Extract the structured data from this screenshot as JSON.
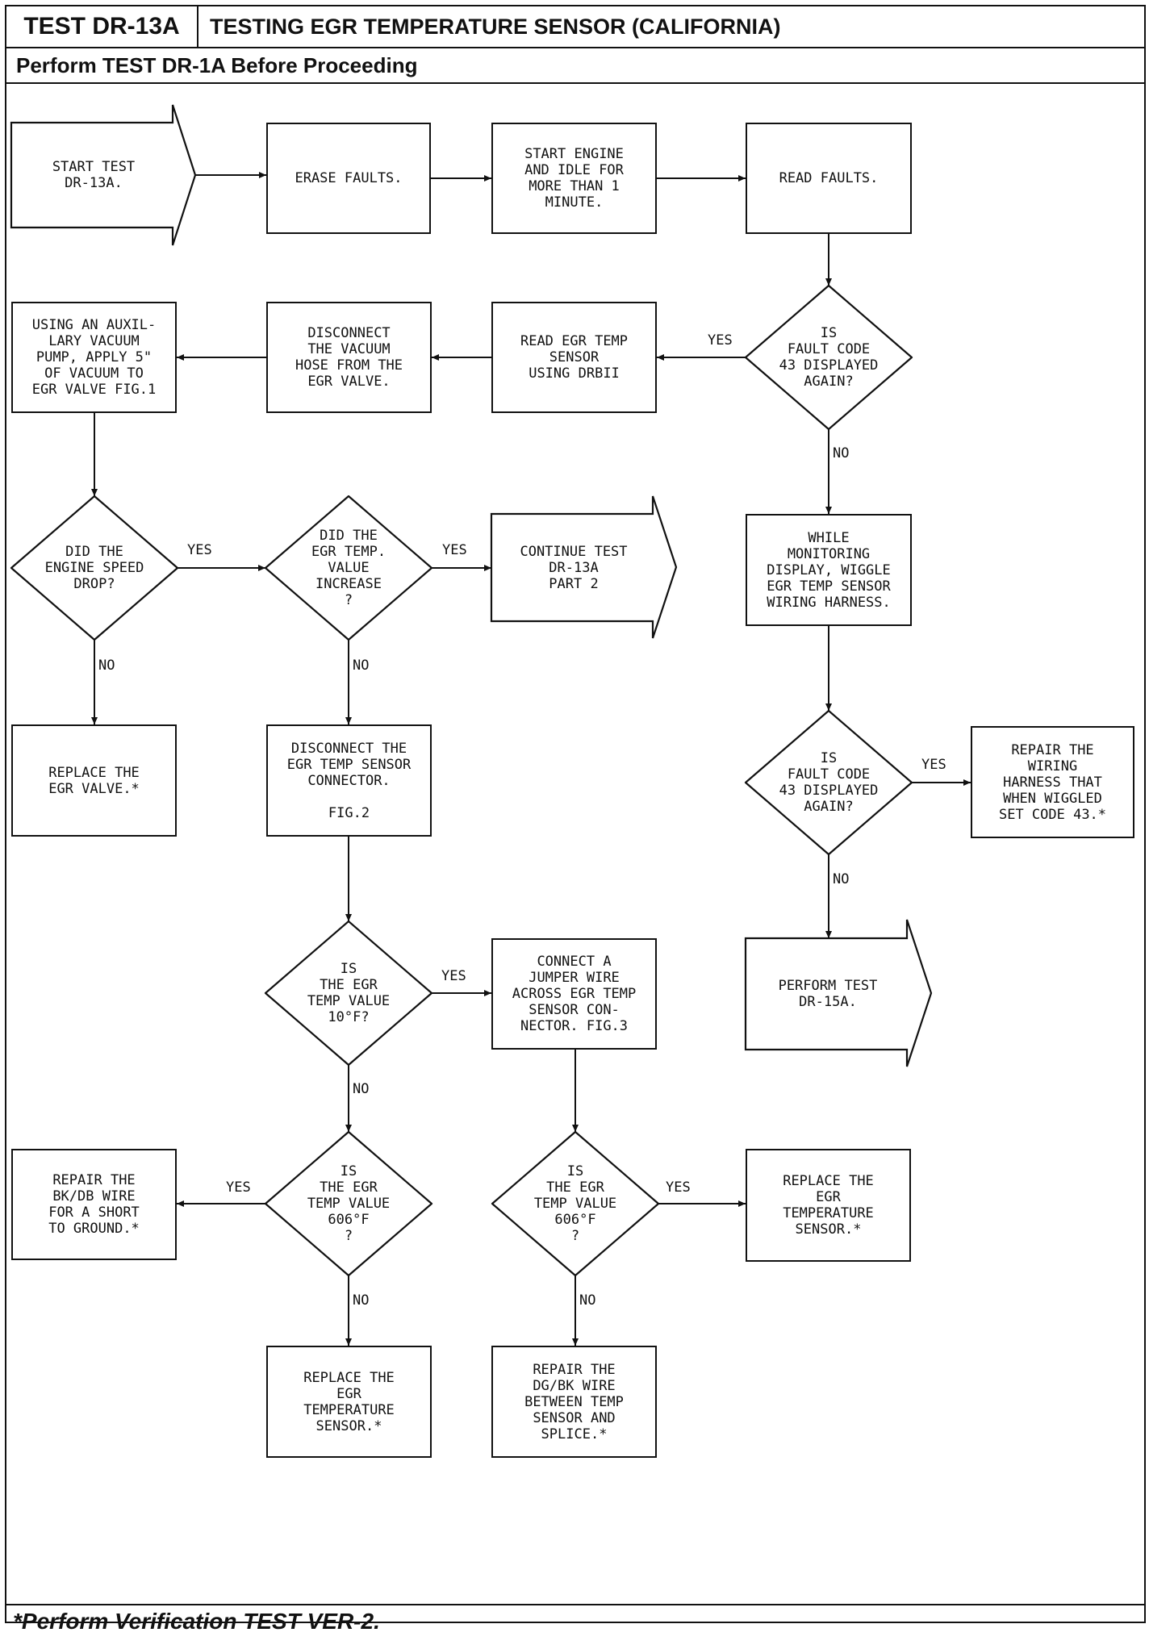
{
  "header": {
    "test_id": "TEST DR-13A",
    "title": "TESTING EGR TEMPERATURE SENSOR (CALIFORNIA)",
    "prerequisite": "Perform TEST DR-1A Before Proceeding"
  },
  "footer": "*Perform Verification TEST VER-2.",
  "flow": {
    "start": "START TEST\nDR-13A.",
    "erase_faults": "ERASE FAULTS.",
    "start_engine": "START ENGINE\nAND IDLE FOR\nMORE THAN 1\nMINUTE.",
    "read_faults": "READ FAULTS.",
    "q_fault43_first": "IS\nFAULT CODE\n43 DISPLAYED\nAGAIN?",
    "read_egr_temp": "READ EGR TEMP\nSENSOR\nUSING DRBII",
    "disconnect_hose": "DISCONNECT\nTHE VACUUM\nHOSE FROM THE\nEGR VALVE.",
    "apply_vacuum": "USING AN AUXIL-\nLARY VACUUM\nPUMP, APPLY 5\"\nOF VACUUM TO\nEGR VALVE FIG.1",
    "q_speed_drop": "DID THE\nENGINE SPEED\nDROP?",
    "q_temp_increase": "DID THE\nEGR TEMP.\nVALUE\nINCREASE\n?",
    "continue_part2": "CONTINUE TEST\nDR-13A\nPART 2",
    "wiggle_harness": "WHILE\nMONITORING\nDISPLAY, WIGGLE\nEGR TEMP SENSOR\nWIRING HARNESS.",
    "replace_valve": "REPLACE THE\nEGR VALVE.*",
    "disconnect_connector": "DISCONNECT THE\nEGR TEMP SENSOR\nCONNECTOR.\n\nFIG.2",
    "q_fault43_second": "IS\nFAULT CODE\n43 DISPLAYED\nAGAIN?",
    "repair_harness": "REPAIR THE\nWIRING\nHARNESS THAT\nWHEN WIGGLED\nSET CODE 43.*",
    "q_temp_10f": "IS\nTHE EGR\nTEMP VALUE\n10°F?",
    "connect_jumper": "CONNECT A\nJUMPER WIRE\nACROSS EGR TEMP\nSENSOR CON-\nNECTOR. FIG.3",
    "perform_dr15a": "PERFORM TEST\nDR-15A.",
    "repair_bkdb": "REPAIR THE\nBK/DB WIRE\nFOR A SHORT\nTO GROUND.*",
    "q_temp_606_left": "IS\nTHE EGR\nTEMP VALUE\n606°F\n?",
    "q_temp_606_right": "IS\nTHE EGR\nTEMP VALUE\n606°F\n?",
    "replace_sensor_right": "REPLACE THE\nEGR\nTEMPERATURE\nSENSOR.*",
    "replace_sensor_left": "REPLACE THE\nEGR\nTEMPERATURE\nSENSOR.*",
    "repair_dgbk": "REPAIR THE\nDG/BK WIRE\nBETWEEN TEMP\nSENSOR AND\nSPLICE.*"
  },
  "labels": {
    "yes": "YES",
    "no": "NO"
  }
}
